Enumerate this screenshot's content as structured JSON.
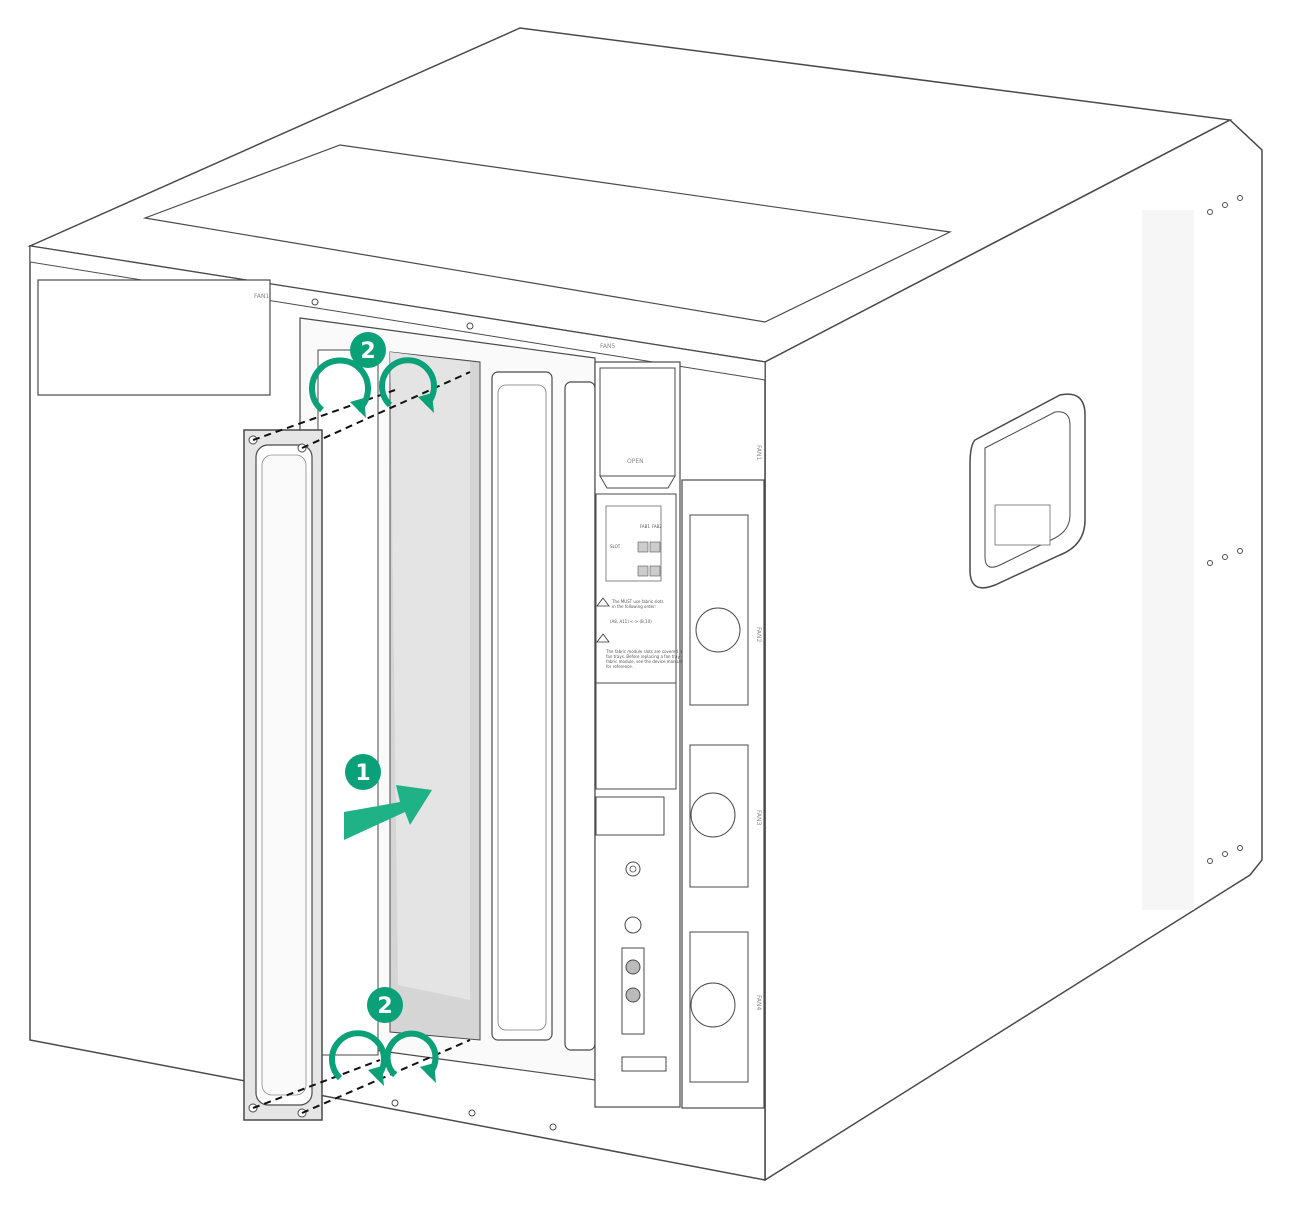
{
  "diagram": {
    "colors": {
      "accent": "#0aa078",
      "outline": "#4a4a4a",
      "panel": "#f4f4f4",
      "shade": "#d9d9d9"
    },
    "labels": {
      "fan_top": "FAN1",
      "fan_slot": "FAN5",
      "fan_side_1": "FAN1",
      "fan_side_2": "FAN2",
      "fan_side_3": "FAN3",
      "fan_side_4": "FAN4",
      "open": "OPEN",
      "slot": "SLOT",
      "fab1": "FAB1",
      "fab2": "FAB2",
      "slot_order": "(A8, A11) <-> (B,10)"
    },
    "warning_text": [
      "The MUST use fabric slots",
      "in the following order:",
      "The fabric module slots are covered by",
      "fan trays. Before replacing a fan tray or",
      "fabric module, see the device manual",
      "for reference."
    ],
    "callouts": [
      {
        "number": "1",
        "meaning": "insert-blank-panel"
      },
      {
        "number": "2",
        "meaning": "fasten-top-screws"
      },
      {
        "number": "2",
        "meaning": "fasten-bottom-screws"
      }
    ]
  }
}
